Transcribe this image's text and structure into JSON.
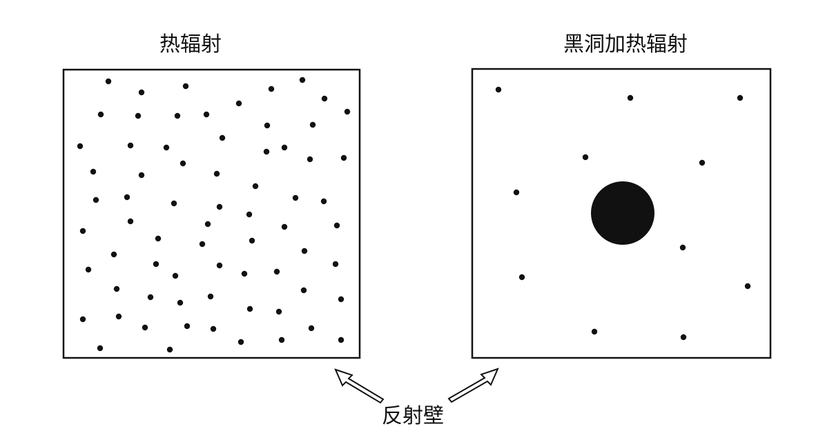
{
  "panels": {
    "left": {
      "title": "热辐射"
    },
    "right": {
      "title": "黑洞加热辐射"
    }
  },
  "bottom_label": "反射壁",
  "colors": {
    "ink": "#111111",
    "background": "#ffffff"
  }
}
